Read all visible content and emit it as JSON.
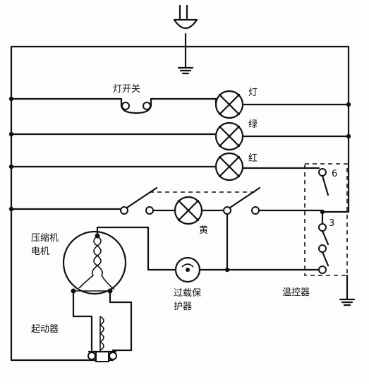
{
  "labels": {
    "light_switch": "灯开关",
    "lamp_light": "灯",
    "lamp_green": "绿",
    "lamp_red": "红",
    "lamp_yellow": "黄",
    "compressor_line1": "压缩机",
    "compressor_line2": "电机",
    "starter": "起动器",
    "overload_line1": "过载保",
    "overload_line2": "护器",
    "thermostat": "温控器",
    "terminal_6": "6",
    "terminal_3": "3"
  }
}
